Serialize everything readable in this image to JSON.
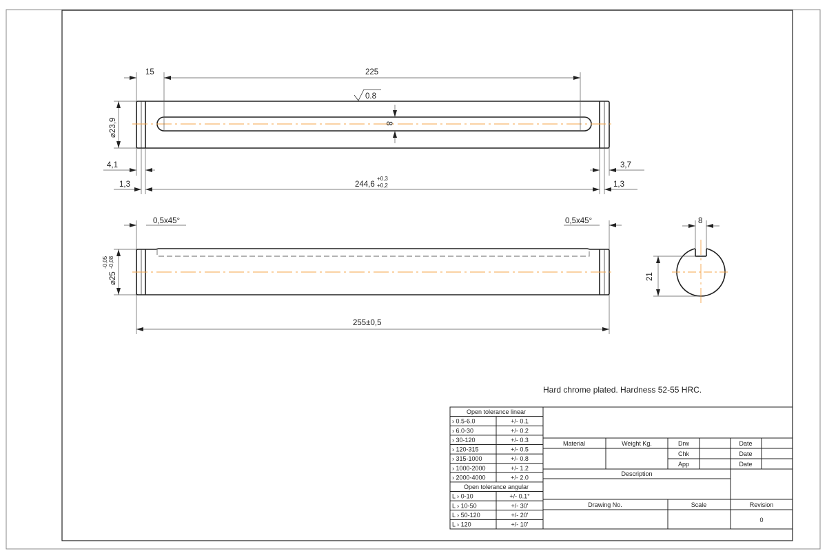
{
  "drawing": {
    "top_view": {
      "dim_slot_offset": "15",
      "dim_slot_length": "225",
      "surface_roughness": "0.8",
      "dim_diameter": "⌀23,9",
      "dim_slot_width": "8",
      "dim_groove_left": "4,1",
      "dim_groove_right": "3,7",
      "dim_groove_width_left": "1,3",
      "dim_groove_width_right": "1,3",
      "dim_length": "244,6",
      "dim_length_tol_upper": "+0,3",
      "dim_length_tol_lower": "+0,2"
    },
    "side_view": {
      "chamfer_left": "0,5x45°",
      "chamfer_right": "0,5x45°",
      "dim_diameter": "⌀25",
      "dim_diameter_tol_upper": "-0,05",
      "dim_diameter_tol_lower": "-0,08",
      "dim_total_length": "255±0,5"
    },
    "section_view": {
      "dim_flat_width": "8",
      "dim_flat_height": "21"
    },
    "note": "Hard chrome plated. Hardness 52-55 HRC.",
    "centerline_color": "#f5a54a"
  },
  "title_block": {
    "linear_header": "Open tolerance linear",
    "linear_rows": [
      {
        "range": "› 0.5-6.0",
        "tol": "+/- 0.1"
      },
      {
        "range": "› 6.0-30",
        "tol": "+/- 0.2"
      },
      {
        "range": "› 30-120",
        "tol": "+/- 0.3"
      },
      {
        "range": "› 120-315",
        "tol": "+/- 0.5"
      },
      {
        "range": "› 315-1000",
        "tol": "+/- 0.8"
      },
      {
        "range": "› 1000-2000",
        "tol": "+/- 1.2"
      },
      {
        "range": "› 2000-4000",
        "tol": "+/- 2.0"
      }
    ],
    "angular_header": "Open tolerance angular",
    "angular_rows": [
      {
        "range": "L › 0-10",
        "tol": "+/- 0.1°"
      },
      {
        "range": "L › 10-50",
        "tol": "+/- 30'"
      },
      {
        "range": "L › 50-120",
        "tol": "+/- 20'"
      },
      {
        "range": "L › 120",
        "tol": "+/- 10'"
      }
    ],
    "material_label": "Material",
    "weight_label": "Weight Kg.",
    "drw_label": "Drw",
    "chk_label": "Chk",
    "app_label": "App",
    "date_label": "Date",
    "description_label": "Description",
    "drawing_no_label": "Drawing No.",
    "scale_label": "Scale",
    "revision_label": "Revision",
    "revision_value": "0"
  }
}
